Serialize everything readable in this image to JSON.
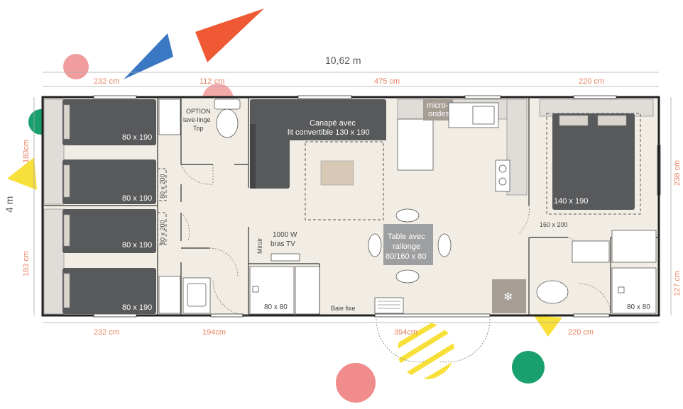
{
  "dimensions": {
    "total_width": "10,62 m",
    "total_height": "4 m",
    "top_segments": [
      "232 cm",
      "112 cm",
      "475 cm",
      "220 cm"
    ],
    "bottom_segments": [
      "232 cm",
      "194cm",
      "394cm",
      "220 cm"
    ],
    "left_segments": [
      "183cm",
      "183 cm"
    ],
    "right_segments": [
      "238 cm",
      "127 cm"
    ]
  },
  "beds": {
    "bed1": "80 x 190",
    "bed2": "80 x 190",
    "bed3": "80 x 190",
    "bed4": "80 x 190",
    "master": "140 x 190",
    "master_rug": "160 x 200"
  },
  "labels": {
    "dressing_a": "80 x 200",
    "dressing_b": "80 x 200",
    "option_line1": "OPTION",
    "option_line2": "lave-linge",
    "option_line3": "Top",
    "sofa_line1": "Canapé avec",
    "sofa_line2": "lit convertible 130 x 190",
    "micro_line1": "micro-",
    "micro_line2": "ondes",
    "table_line1": "Table avec",
    "table_line2": "rallonge",
    "table_line3": "80/160 x 80",
    "tv_line1": "1000 W",
    "tv_line2": "bras TV",
    "mirror": "Miroir",
    "shower_left": "80 x 80",
    "shower_right": "80 x 80",
    "bay": "Baie fixe"
  },
  "colors": {
    "floor": "#f2ede4",
    "bed": "#58595b",
    "dimension_text": "#e8825f",
    "wall": "#222222",
    "accent_orange": "#ef5a35",
    "accent_blue": "#3a78c3",
    "accent_pink": "#f08c8c",
    "accent_green": "#19a06e",
    "accent_yellow": "#f7e03a"
  }
}
